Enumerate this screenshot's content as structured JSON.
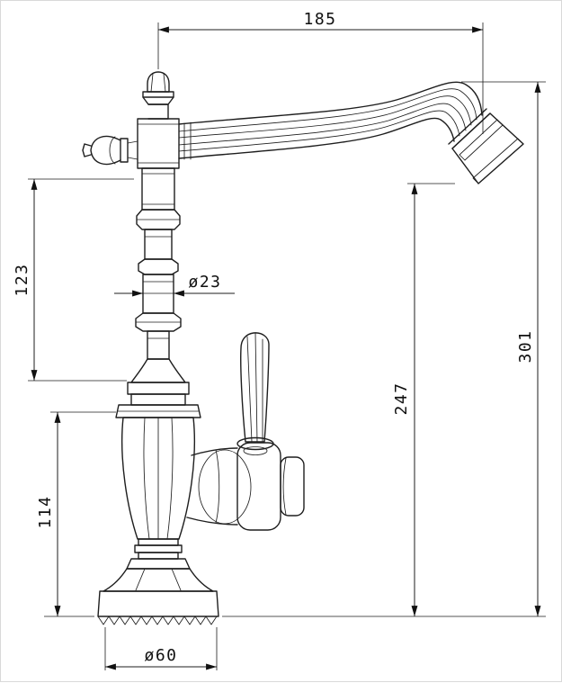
{
  "dimensions": {
    "spout_reach": "185",
    "upper_column_height": "123",
    "column_diameter": "ø23",
    "outlet_height": "247",
    "overall_height": "301",
    "body_height": "114",
    "base_diameter": "ø60"
  }
}
